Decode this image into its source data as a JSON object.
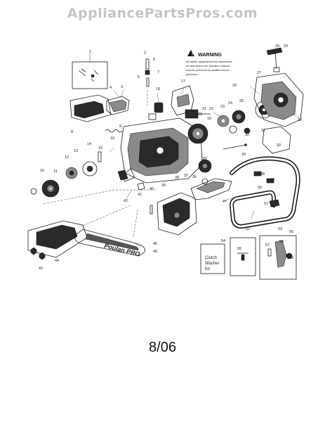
{
  "watermark": "AppliancePartsPros.com",
  "warning": {
    "title": "WARNING",
    "lines": [
      "All repairs, adjustments and maintenance",
      "not described in the Operator's Manual",
      "must be performed by qualified service",
      "personnel."
    ]
  },
  "bar_brand": "Poulan PRO",
  "kit_label": [
    "Clutch",
    "Washer",
    "Kit"
  ],
  "footer": "8/06",
  "callouts": [
    "1",
    "2",
    "3",
    "4",
    "5",
    "6",
    "7",
    "8",
    "9",
    "10",
    "11",
    "12",
    "13",
    "14",
    "15",
    "16",
    "17",
    "18",
    "19",
    "20",
    "21",
    "22",
    "23",
    "24",
    "25",
    "26",
    "27",
    "28",
    "29",
    "30",
    "31",
    "32",
    "33",
    "34",
    "35",
    "36",
    "37",
    "38",
    "39",
    "40",
    "41",
    "42",
    "43",
    "44",
    "45",
    "46",
    "47",
    "48",
    "49",
    "50",
    "51",
    "52",
    "53",
    "54",
    "55",
    "56",
    "57",
    "58",
    "59"
  ]
}
